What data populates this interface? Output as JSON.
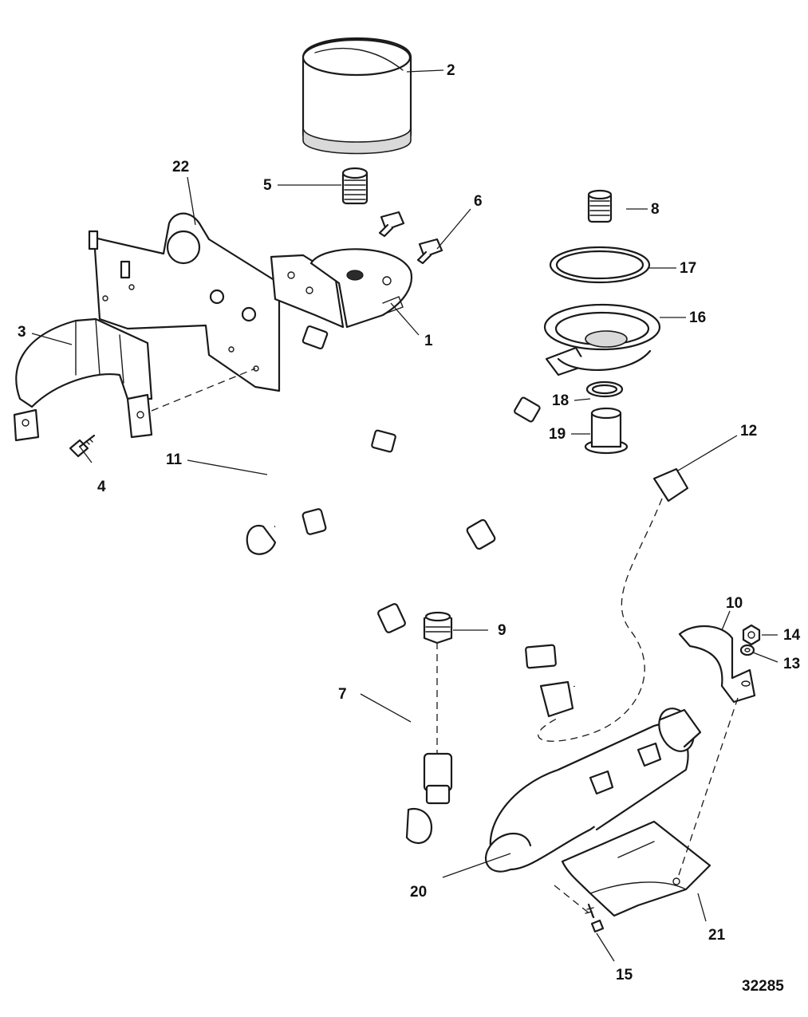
{
  "figure_id": "32285",
  "callouts": {
    "c1": "1",
    "c2": "2",
    "c3": "3",
    "c4": "4",
    "c5": "5",
    "c6": "6",
    "c7": "7",
    "c8": "8",
    "c9": "9",
    "c10": "10",
    "c11": "11",
    "c12": "12",
    "c13": "13",
    "c14": "14",
    "c15": "15",
    "c16": "16",
    "c17": "17",
    "c18": "18",
    "c19": "19",
    "c20": "20",
    "c21": "21",
    "c22": "22"
  }
}
